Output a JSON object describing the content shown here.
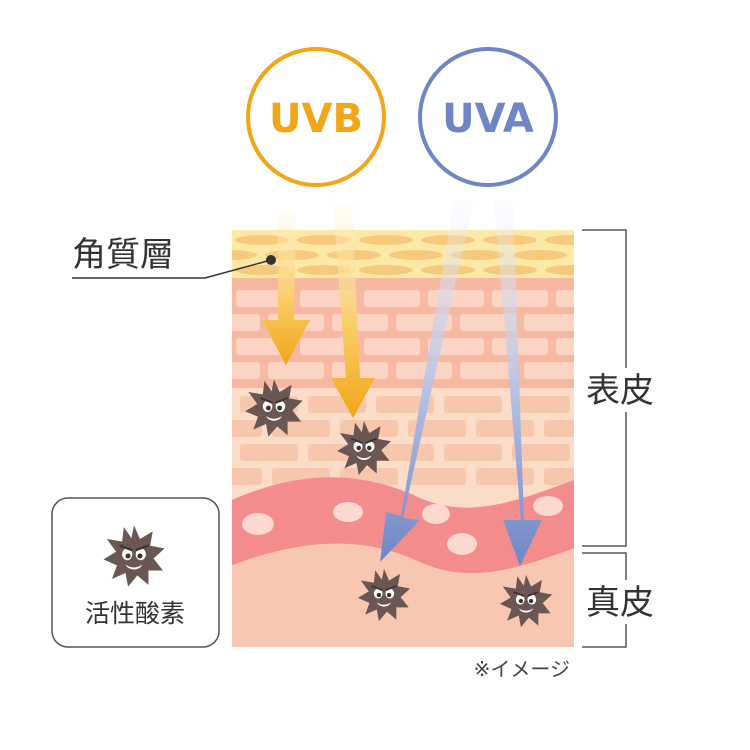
{
  "uv": {
    "uvb_label": "UVB",
    "uva_label": "UVA",
    "uvb_color": "#f2a516",
    "uva_color": "#6f86c6"
  },
  "labels": {
    "stratum_corneum": "角質層",
    "epidermis": "表皮",
    "dermis": "真皮",
    "legend_text": "活性酸素",
    "note": "※イメージ"
  },
  "colors": {
    "corneum": "#fde9a6",
    "corneum_cells": "#f7c97c",
    "epidermis_upper": "#f7b8a2",
    "epidermis_lower": "#fadcc8",
    "cells": "#fbd4c3",
    "dermis_band": "#f48b8c",
    "dermis": "#f8c7b1",
    "radical": "#6a5753"
  }
}
